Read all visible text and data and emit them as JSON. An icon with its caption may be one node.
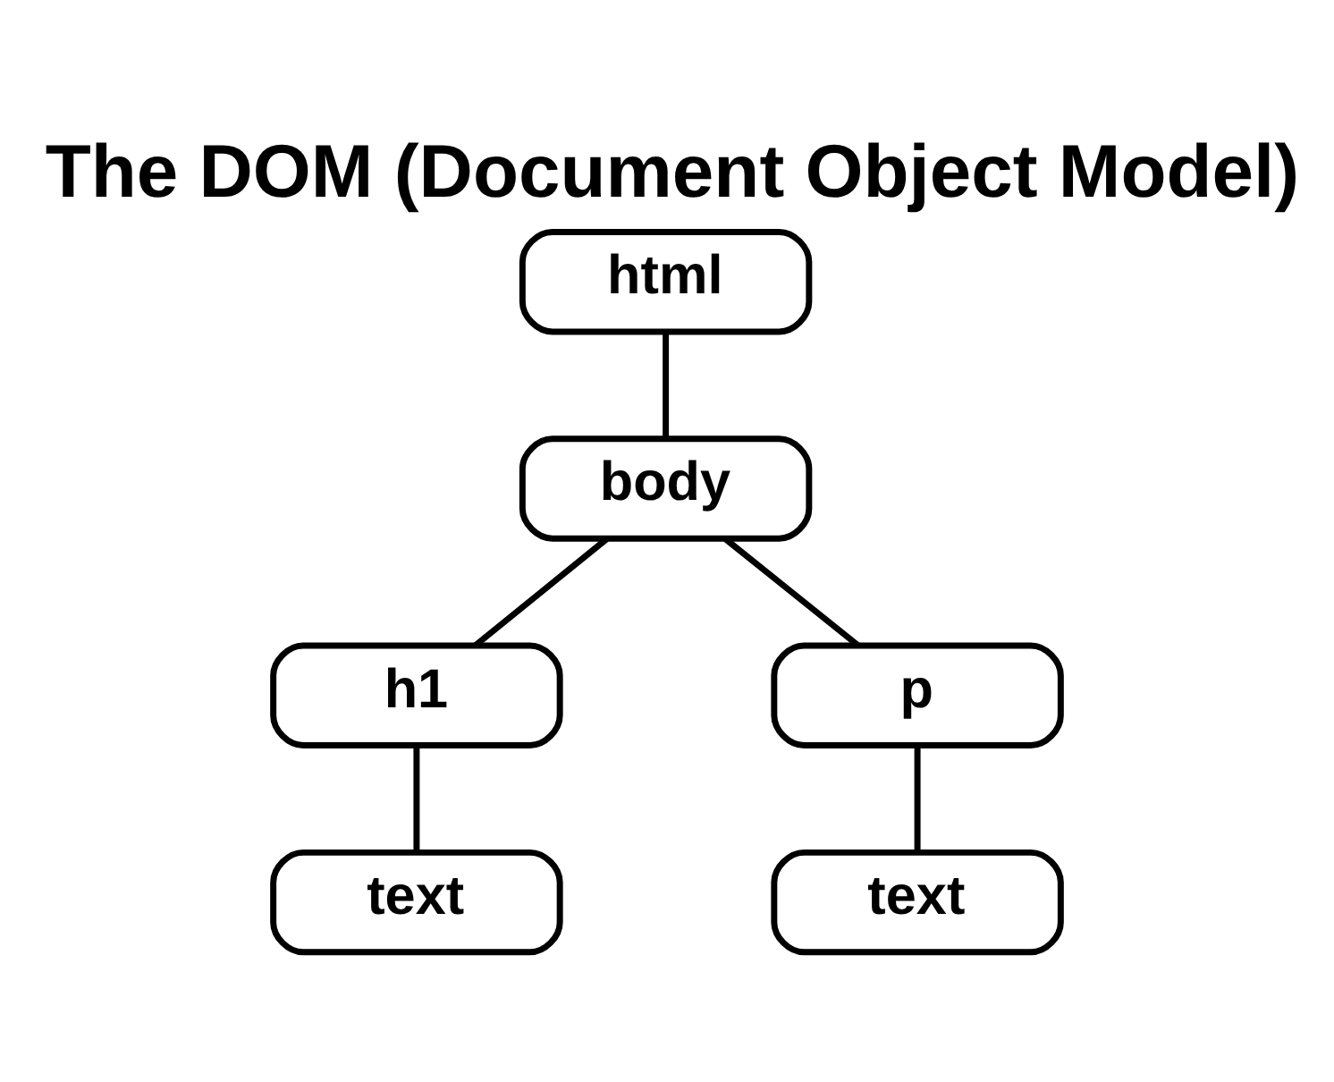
{
  "diagram": {
    "title": "The DOM (Document Object Model)",
    "nodes": [
      {
        "text": [
          "html"
        ]
      },
      {
        "text": [
          "body"
        ]
      },
      {
        "text": [
          "h1"
        ]
      },
      {
        "text": [
          "p"
        ]
      },
      {
        "text": [
          "text"
        ]
      },
      {
        "text": [
          "text"
        ]
      }
    ],
    "edges": [
      {
        "from": 0,
        "to": 1,
        "arrow": "none"
      },
      {
        "from": 1,
        "to": 2,
        "arrow": "none"
      },
      {
        "from": 1,
        "to": 3,
        "arrow": "none"
      },
      {
        "from": 2,
        "to": 4,
        "arrow": "none"
      },
      {
        "from": 3,
        "to": 5,
        "arrow": "none"
      }
    ]
  }
}
